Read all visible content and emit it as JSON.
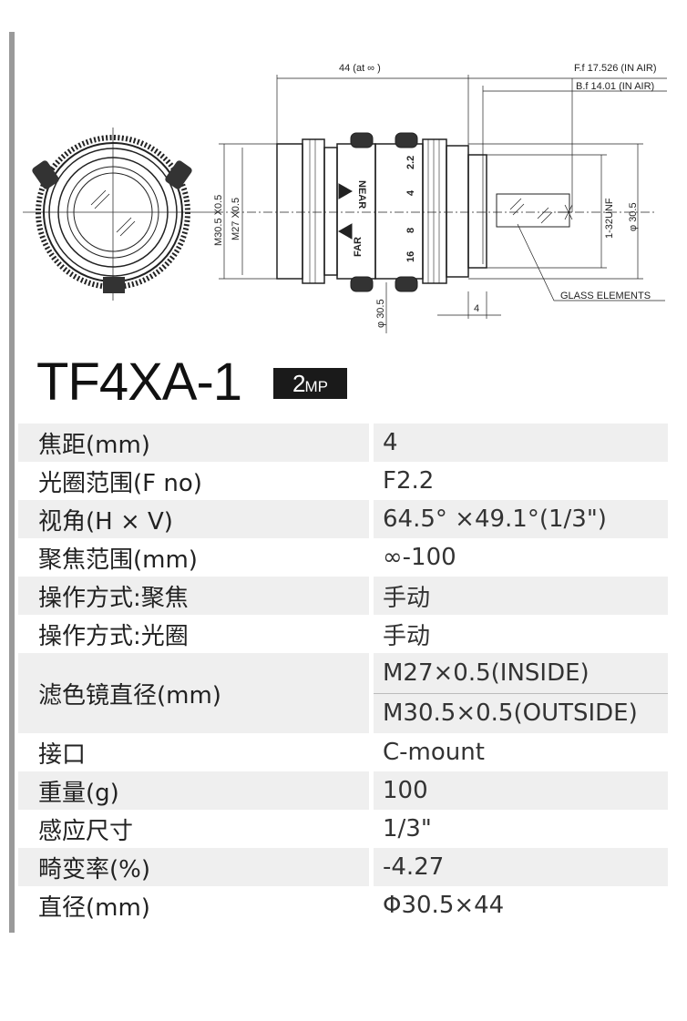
{
  "drawing": {
    "dim_length": "44 (at ∞ )",
    "dim_ff": "F.f  17.526  (IN AIR)",
    "dim_bf": "B.f  14.01  (IN AIR)",
    "dim_m305": "M30.5 X0.5",
    "dim_m27": "M27 X0.5",
    "dim_unf": "1-32UNF",
    "dim_d305_right": "φ 30.5",
    "dim_d305_bottom": "φ 30.5",
    "dim_4": "4",
    "glass_label": "GLASS ELEMENTS",
    "near_label": "NEAR",
    "far_label": "FAR",
    "scale_marks": [
      "2.2",
      "4",
      "8",
      "16"
    ]
  },
  "product": {
    "model": "TF4XA-1",
    "badge_main": "2",
    "badge_small": "MP"
  },
  "specs": [
    {
      "label": "焦距(mm)",
      "value": "4"
    },
    {
      "label": "光圈范围(F no)",
      "value": "F2.2"
    },
    {
      "label": "视角(H × V)",
      "value": "64.5° ×49.1°(1/3\")"
    },
    {
      "label": "聚焦范围(mm)",
      "value": "∞-100"
    },
    {
      "label": "操作方式:聚焦",
      "value": "手动"
    },
    {
      "label": "操作方式:光圈",
      "value": "手动"
    },
    {
      "label": "滤色镜直径(mm)",
      "value1": "M27×0.5(INSIDE)",
      "value2": "M30.5×0.5(OUTSIDE)"
    },
    {
      "label": "接口",
      "value": "C-mount"
    },
    {
      "label": "重量(g)",
      "value": "100"
    },
    {
      "label": "感应尺寸",
      "value": "1/3\""
    },
    {
      "label": "畸变率(%)",
      "value": "-4.27"
    },
    {
      "label": "直径(mm)",
      "value": "Φ30.5×44"
    }
  ]
}
